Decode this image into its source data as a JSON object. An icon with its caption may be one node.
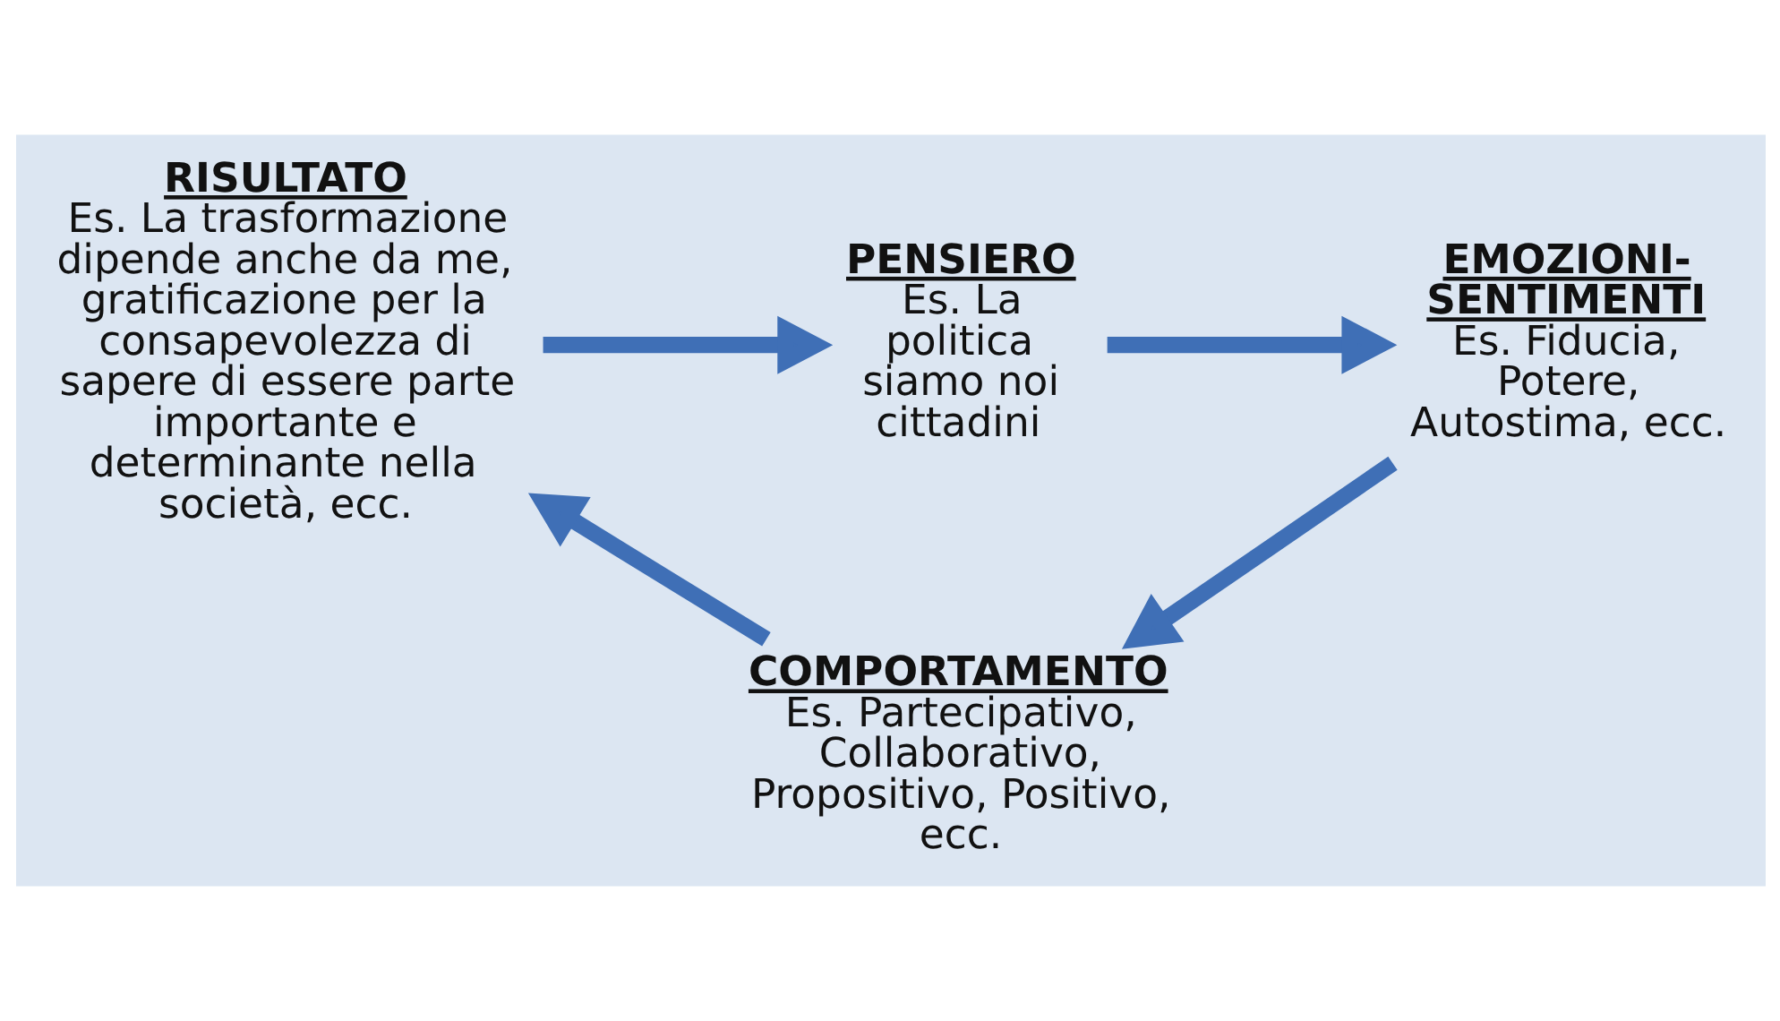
{
  "diagram": {
    "nodes": [
      {
        "text": [
          "PENSIERO",
          "Es. La politica siamo noi cittadini"
        ]
      },
      {
        "text": [
          "RISULTATO",
          "Es. La trasformazione dipende anche da me, gratificazione per la consapevolezza di sapere di essere parte importante e determinante nella società, ecc."
        ]
      },
      {
        "text": [
          "EMOZIONI-SENTIMENTI",
          "Es. Fiducia, Potere, Autostima, ecc."
        ]
      },
      {
        "text": [
          "COMPORTAMENTO",
          "Es. Partecipativo, Collaborativo, Propositivo, Positivo, ecc."
        ]
      }
    ],
    "edges": [
      {
        "from": 0,
        "to": 2,
        "arrow": "to"
      },
      {
        "from": 2,
        "to": 3,
        "arrow": "to"
      },
      {
        "from": 3,
        "to": 1,
        "arrow": "to"
      },
      {
        "from": 1,
        "to": 0,
        "arrow": "to"
      }
    ]
  }
}
